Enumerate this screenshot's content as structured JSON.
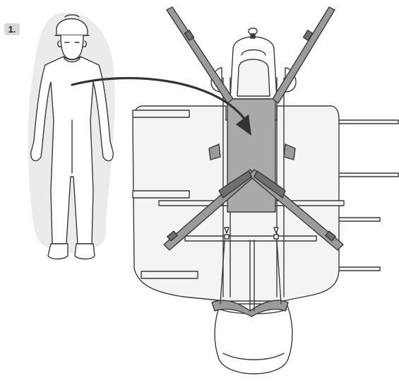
{
  "step": {
    "label": "1."
  },
  "colors": {
    "outline": "#3a3a3a",
    "fill_light": "#f4f4f4",
    "fill_white": "#ffffff",
    "strap": "#9b9b9b",
    "strap_dark": "#6f6f6f",
    "target_area": "#a9a9a9",
    "arrow": "#333333",
    "person_halo": "#ebebeb",
    "badge": "#d8d8d8"
  },
  "icons": {
    "person": "person-in-helmet-figure",
    "stretcher": "rescue-stretcher-topdown",
    "arrow": "curved-placement-arrow"
  }
}
